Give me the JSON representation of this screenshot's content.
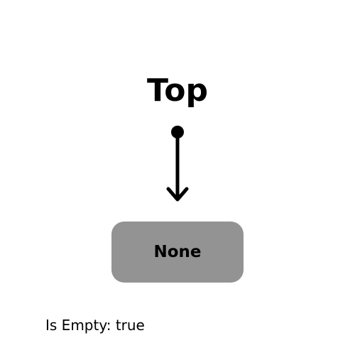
{
  "pointer": {
    "label": "Top"
  },
  "node": {
    "label": "None",
    "fill_color": "#939393"
  },
  "status": {
    "label": "Is Empty:",
    "value": "true"
  }
}
